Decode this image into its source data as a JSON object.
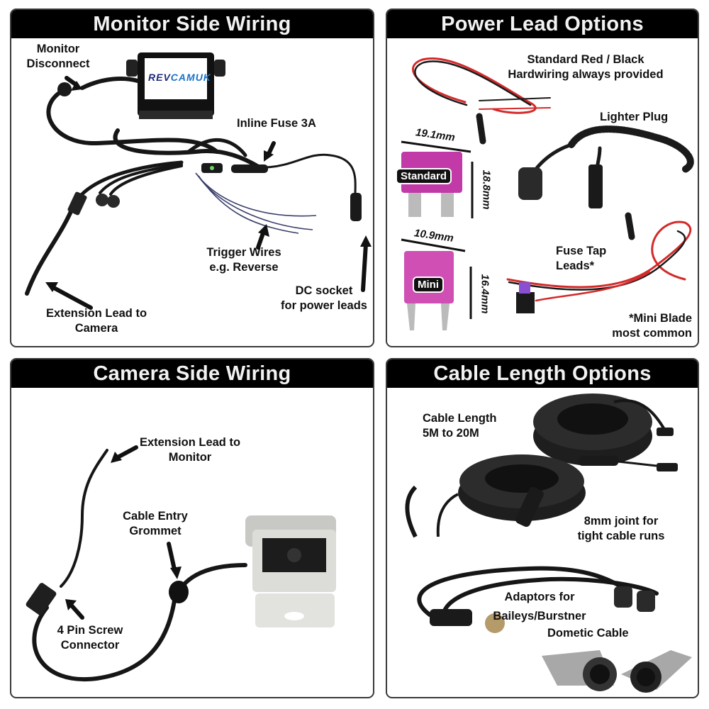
{
  "panels": {
    "monitor_side": {
      "title": "Monitor Side Wiring",
      "logo": {
        "part1": "REV",
        "part2": "CAM",
        "part3": "UK",
        "color1": "#1f2a7a",
        "color2": "#1a73c8"
      },
      "labels": {
        "monitor_disconnect": [
          "Monitor",
          "Disconnect"
        ],
        "inline_fuse": "Inline Fuse 3A",
        "trigger_wires": [
          "Trigger Wires",
          "e.g. Reverse"
        ],
        "extension_lead": [
          "Extension Lead to",
          "Camera"
        ],
        "dc_socket": [
          "DC socket",
          "for power leads"
        ]
      }
    },
    "power_lead": {
      "title": "Power Lead Options",
      "labels": {
        "standard_hardwiring": [
          "Standard Red / Black",
          "Hardwiring always provided"
        ],
        "lighter_plug": "Lighter Plug",
        "fuse_tap": [
          "Fuse Tap",
          "Leads*"
        ],
        "mini_blade_note": [
          "*Mini Blade",
          "most common"
        ]
      },
      "fuses": {
        "standard": {
          "name": "Standard",
          "width": "19.1mm",
          "height": "18.8mm"
        },
        "mini": {
          "name": "Mini",
          "width": "10.9mm",
          "height": "16.4mm"
        }
      }
    },
    "camera_side": {
      "title": "Camera Side Wiring",
      "labels": {
        "extension_lead": [
          "Extension Lead to",
          "Monitor"
        ],
        "grommet": [
          "Cable Entry",
          "Grommet"
        ],
        "connector": [
          "4 Pin Screw",
          "Connector"
        ]
      }
    },
    "cable_length": {
      "title": "Cable Length Options",
      "labels": {
        "cable_length": [
          "Cable Length",
          "5M to 20M"
        ],
        "joint": [
          "8mm joint for",
          "tight cable runs"
        ],
        "adaptors": [
          "Adaptors for",
          "Baileys/Burstner",
          "Dometic Cable"
        ]
      }
    }
  },
  "colors": {
    "header_bg": "#000000",
    "header_text": "#f2f2f2",
    "fuse_pink": "#c23aa8",
    "wire_red": "#d42a2a",
    "cable_black": "#161616",
    "camera_white": "#dcdcd8"
  }
}
